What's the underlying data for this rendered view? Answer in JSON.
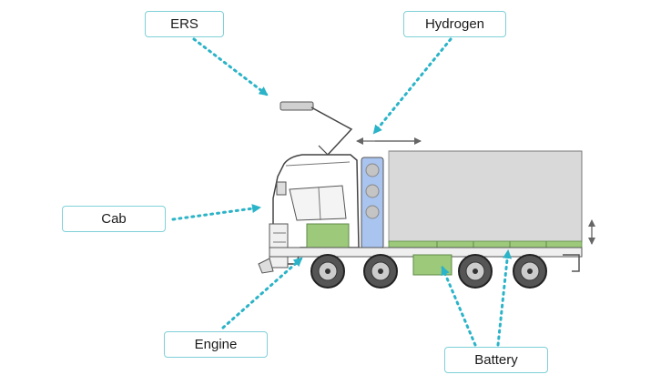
{
  "labels": {
    "ers": "ERS",
    "hydrogen": "Hydrogen",
    "cab": "Cab",
    "engine": "Engine",
    "battery": "Battery"
  },
  "colors": {
    "callout_border": "#7fd0d8",
    "pointer": "#2bb3c8",
    "hydrogen_tank": "#a9c4ee",
    "battery_pack": "#9cc97a",
    "cargo_box": "#d9d9d9",
    "outline": "#4a4a4a"
  }
}
